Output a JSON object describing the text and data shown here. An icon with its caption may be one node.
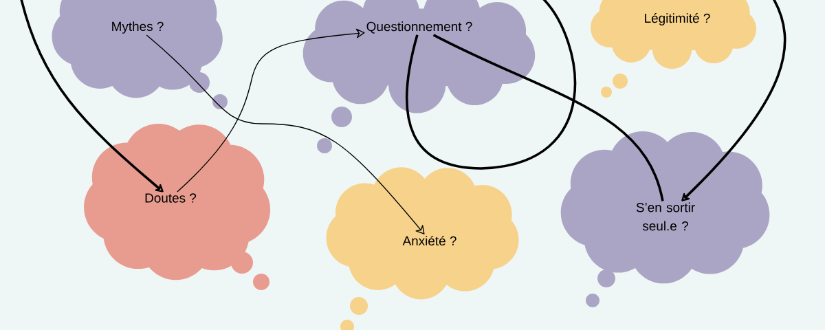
{
  "diagram": {
    "nodes": [
      {
        "text": [
          "Mythes ?"
        ]
      },
      {
        "text": [
          "Questionnement ?"
        ]
      },
      {
        "text": [
          "Légitimité ?"
        ]
      },
      {
        "text": [
          "Doutes ?"
        ]
      },
      {
        "text": [
          "Anxiété ?"
        ]
      },
      {
        "text": [
          "S’en sortir seul.e ?"
        ]
      }
    ],
    "edges": [
      {
        "from": null,
        "to": 3,
        "arrow": "to"
      },
      {
        "from": 3,
        "to": 1,
        "arrow": "to"
      },
      {
        "from": 0,
        "to": 4,
        "arrow": "to"
      },
      {
        "from": null,
        "to": 1,
        "arrow": "none"
      },
      {
        "from": 5,
        "to": 1,
        "arrow": "none"
      },
      {
        "from": null,
        "to": 5,
        "arrow": "to"
      }
    ]
  }
}
